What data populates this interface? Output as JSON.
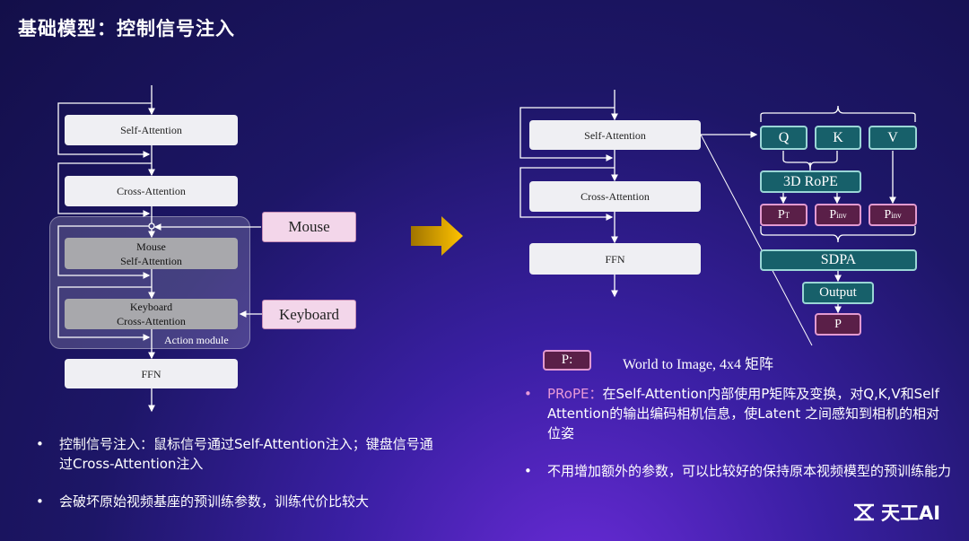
{
  "title": "基础模型：控制信号注入",
  "left": {
    "self_attention": "Self-Attention",
    "cross_attention": "Cross-Attention",
    "mouse_self_attention": "Mouse\nSelf-Attention",
    "keyboard_cross_attention": "Keyboard\nCross-Attention",
    "ffn": "FFN",
    "action_module": "Action module",
    "mouse": "Mouse",
    "keyboard": "Keyboard"
  },
  "right": {
    "self_attention": "Self-Attention",
    "cross_attention": "Cross-Attention",
    "ffn": "FFN",
    "q": "Q",
    "k": "K",
    "v": "V",
    "rope": "3D RoPE",
    "pt": "P",
    "pt_sup": "T",
    "pinv1": "P",
    "pinv1_sup": "inv",
    "pinv2": "P",
    "pinv2_sup": "inv",
    "sdpa": "SDPA",
    "output": "Output",
    "p": "P"
  },
  "legend": {
    "key": "P:",
    "text": "World to Image, 4x4 矩阵"
  },
  "bullets_left": [
    "控制信号注入：鼠标信号通过Self-Attention注入；键盘信号通过Cross-Attention注入",
    "会破坏原始视频基座的预训练参数，训练代价比较大"
  ],
  "bullets_right": [
    {
      "lead": "PRoPE：",
      "text": "在Self-Attention内部使用P矩阵及变换，对Q,K,V和Self Attention的输出编码相机信息，使Latent 之间感知到相机的相对位姿"
    },
    {
      "lead": "",
      "text": "不用增加额外的参数，可以比较好的保持原本视频模型的预训练能力"
    }
  ],
  "logo": "天工AI",
  "colors": {
    "arrow": "#f6b400",
    "teal": "#17606a",
    "purple": "#5a1f48",
    "bullet_pink": "#e89ad8"
  }
}
